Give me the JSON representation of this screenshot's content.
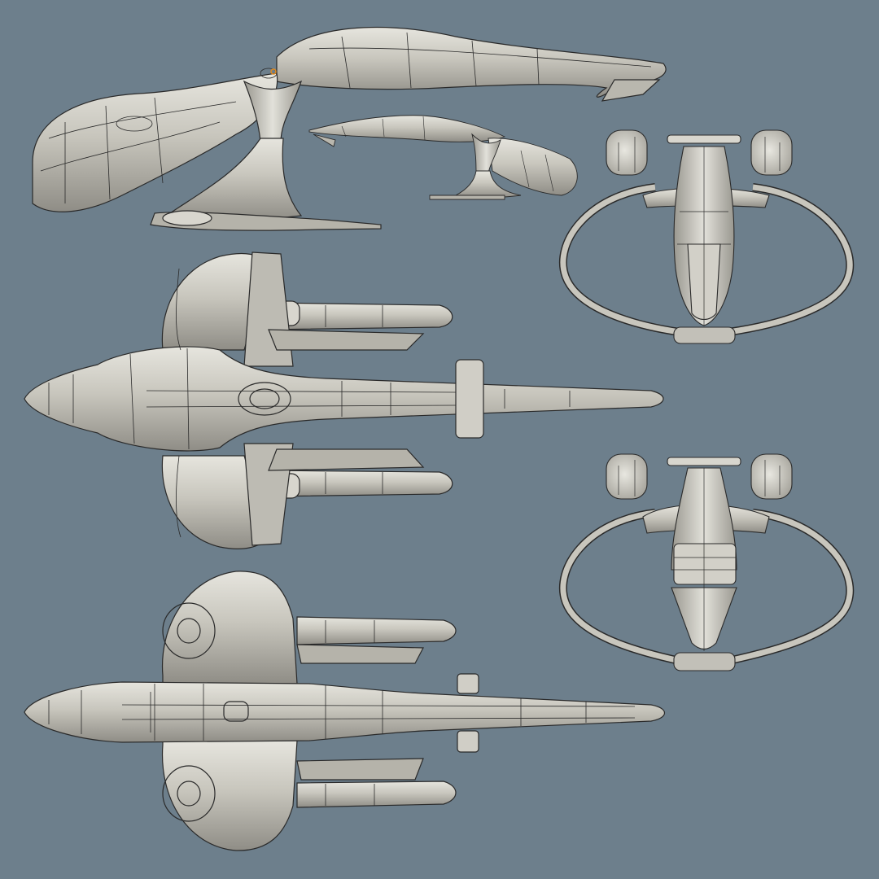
{
  "scene": {
    "background_color": "#6d7f8c",
    "hull_color": "#c8c6bd",
    "hull_shade_color": "#8e8c86",
    "wire_color": "#2a2a2a",
    "highlight_color": "#e4e3dc"
  },
  "views": [
    {
      "name": "side-view-large"
    },
    {
      "name": "side-view-small"
    },
    {
      "name": "front-view"
    },
    {
      "name": "top-view"
    },
    {
      "name": "rear-view"
    },
    {
      "name": "bottom-view"
    }
  ]
}
